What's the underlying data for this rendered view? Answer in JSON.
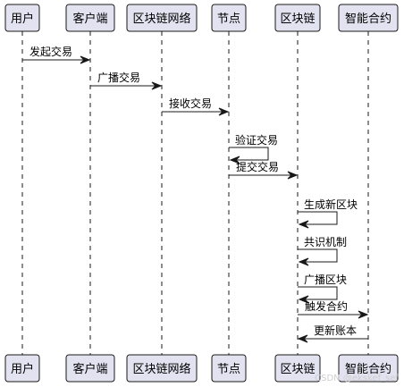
{
  "participants": [
    {
      "id": "user",
      "label": "用户"
    },
    {
      "id": "client",
      "label": "客户端"
    },
    {
      "id": "network",
      "label": "区块链网络"
    },
    {
      "id": "node",
      "label": "节点"
    },
    {
      "id": "chain",
      "label": "区块链"
    },
    {
      "id": "contract",
      "label": "智能合约"
    }
  ],
  "messages": [
    {
      "from": "user",
      "to": "client",
      "label": "发起交易"
    },
    {
      "from": "client",
      "to": "network",
      "label": "广播交易"
    },
    {
      "from": "network",
      "to": "node",
      "label": "接收交易"
    },
    {
      "from": "node",
      "to": "node",
      "label": "验证交易"
    },
    {
      "from": "node",
      "to": "chain",
      "label": "提交交易"
    },
    {
      "from": "chain",
      "to": "chain",
      "label": "生成新区块"
    },
    {
      "from": "chain",
      "to": "chain",
      "label": "共识机制"
    },
    {
      "from": "chain",
      "to": "chain",
      "label": "广播区块"
    },
    {
      "from": "chain",
      "to": "contract",
      "label": "触发合约"
    },
    {
      "from": "contract",
      "to": "chain",
      "label": "更新账本"
    }
  ],
  "watermark": "CSDN @ekskef_sef"
}
